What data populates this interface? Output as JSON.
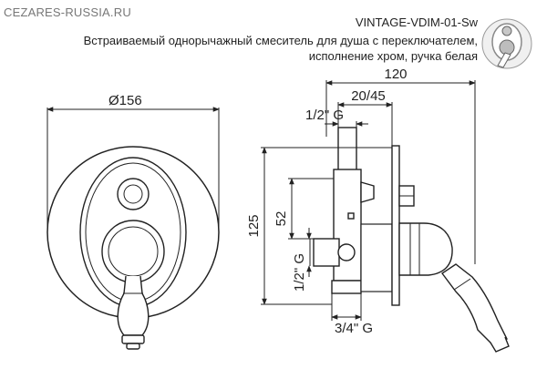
{
  "header": {
    "watermark": "CEZARES-RUSSIA.RU",
    "model": "VINTAGE-VDIM-01-Sw",
    "description_line1": "Встраиваемый однорычажный смеситель для душа с переключателем,",
    "description_line2": "исполнение хром, ручка белая"
  },
  "front_view": {
    "diameter_label": "Ø156"
  },
  "side_view": {
    "overall_depth": "120",
    "install_depth": "20/45",
    "top_outlet_thread": "1/2\" G",
    "height_total": "125",
    "height_offset": "52",
    "side_outlet_thread": "1/2\" G",
    "inlet_thread": "3/4\" G"
  },
  "icons": {
    "thumbnail": "mixer-thumbnail-icon"
  }
}
